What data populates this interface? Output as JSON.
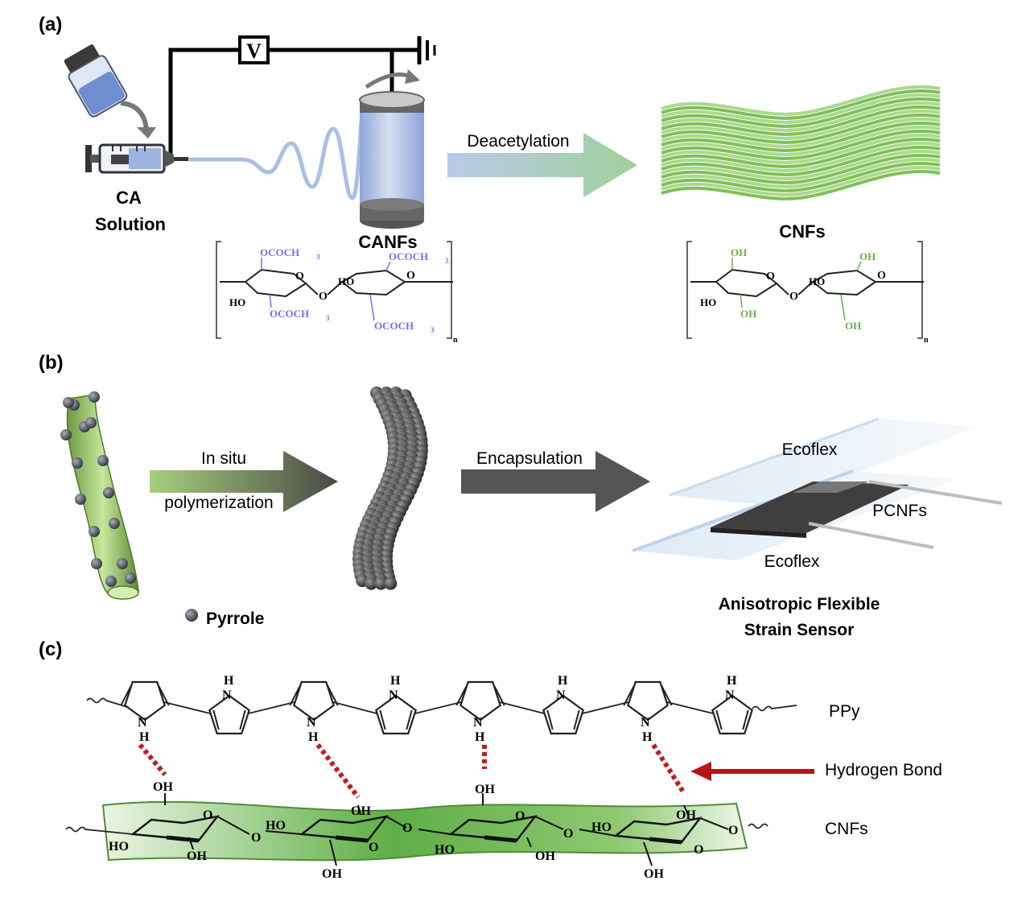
{
  "panel_a": {
    "label": "(a)",
    "voltage_symbol": "V",
    "solution_label_line1": "CA",
    "solution_label_line2": "Solution",
    "canfs_label": "CANFs",
    "process_label": "Deacetylation",
    "cnfs_label": "CNFs",
    "ca_groups": {
      "top_left": "OCOCH",
      "top_right": "OCOCH",
      "mid_left": "OCOCH",
      "bottom_right": "OCOCH",
      "subscript": "3",
      "ho_left": "HO",
      "ho_mid": "HO"
    },
    "cnf_groups": {
      "top_left": "OH",
      "top_right": "OH",
      "mid_left": "OH",
      "bottom_right": "OH",
      "ho_left": "HO",
      "ho_mid": "HO"
    },
    "ring_oxygen": "O",
    "repeat_subscript": "n",
    "colors": {
      "acetyl": "#7b6cff",
      "hydroxyl": "#6ab04c"
    }
  },
  "panel_b": {
    "label": "(b)",
    "step1_line1": "In situ",
    "step1_line2": "polymerization",
    "step2": "Encapsulation",
    "ecoflex_top": "Ecoflex",
    "ecoflex_bottom": "Ecoflex",
    "pcnfs": "PCNFs",
    "legend": "Pyrrole",
    "sensor_line1": "Anisotropic Flexible",
    "sensor_line2": "Strain Sensor"
  },
  "panel_c": {
    "label": "(c)",
    "ppy": "PPy",
    "hbond": "Hydrogen Bond",
    "cnfs": "CNFs",
    "n_label": "N",
    "h_label": "H",
    "oh_label": "OH",
    "ho_label": "HO",
    "o_label": "O",
    "hbond_color": "#c41a1a"
  }
}
